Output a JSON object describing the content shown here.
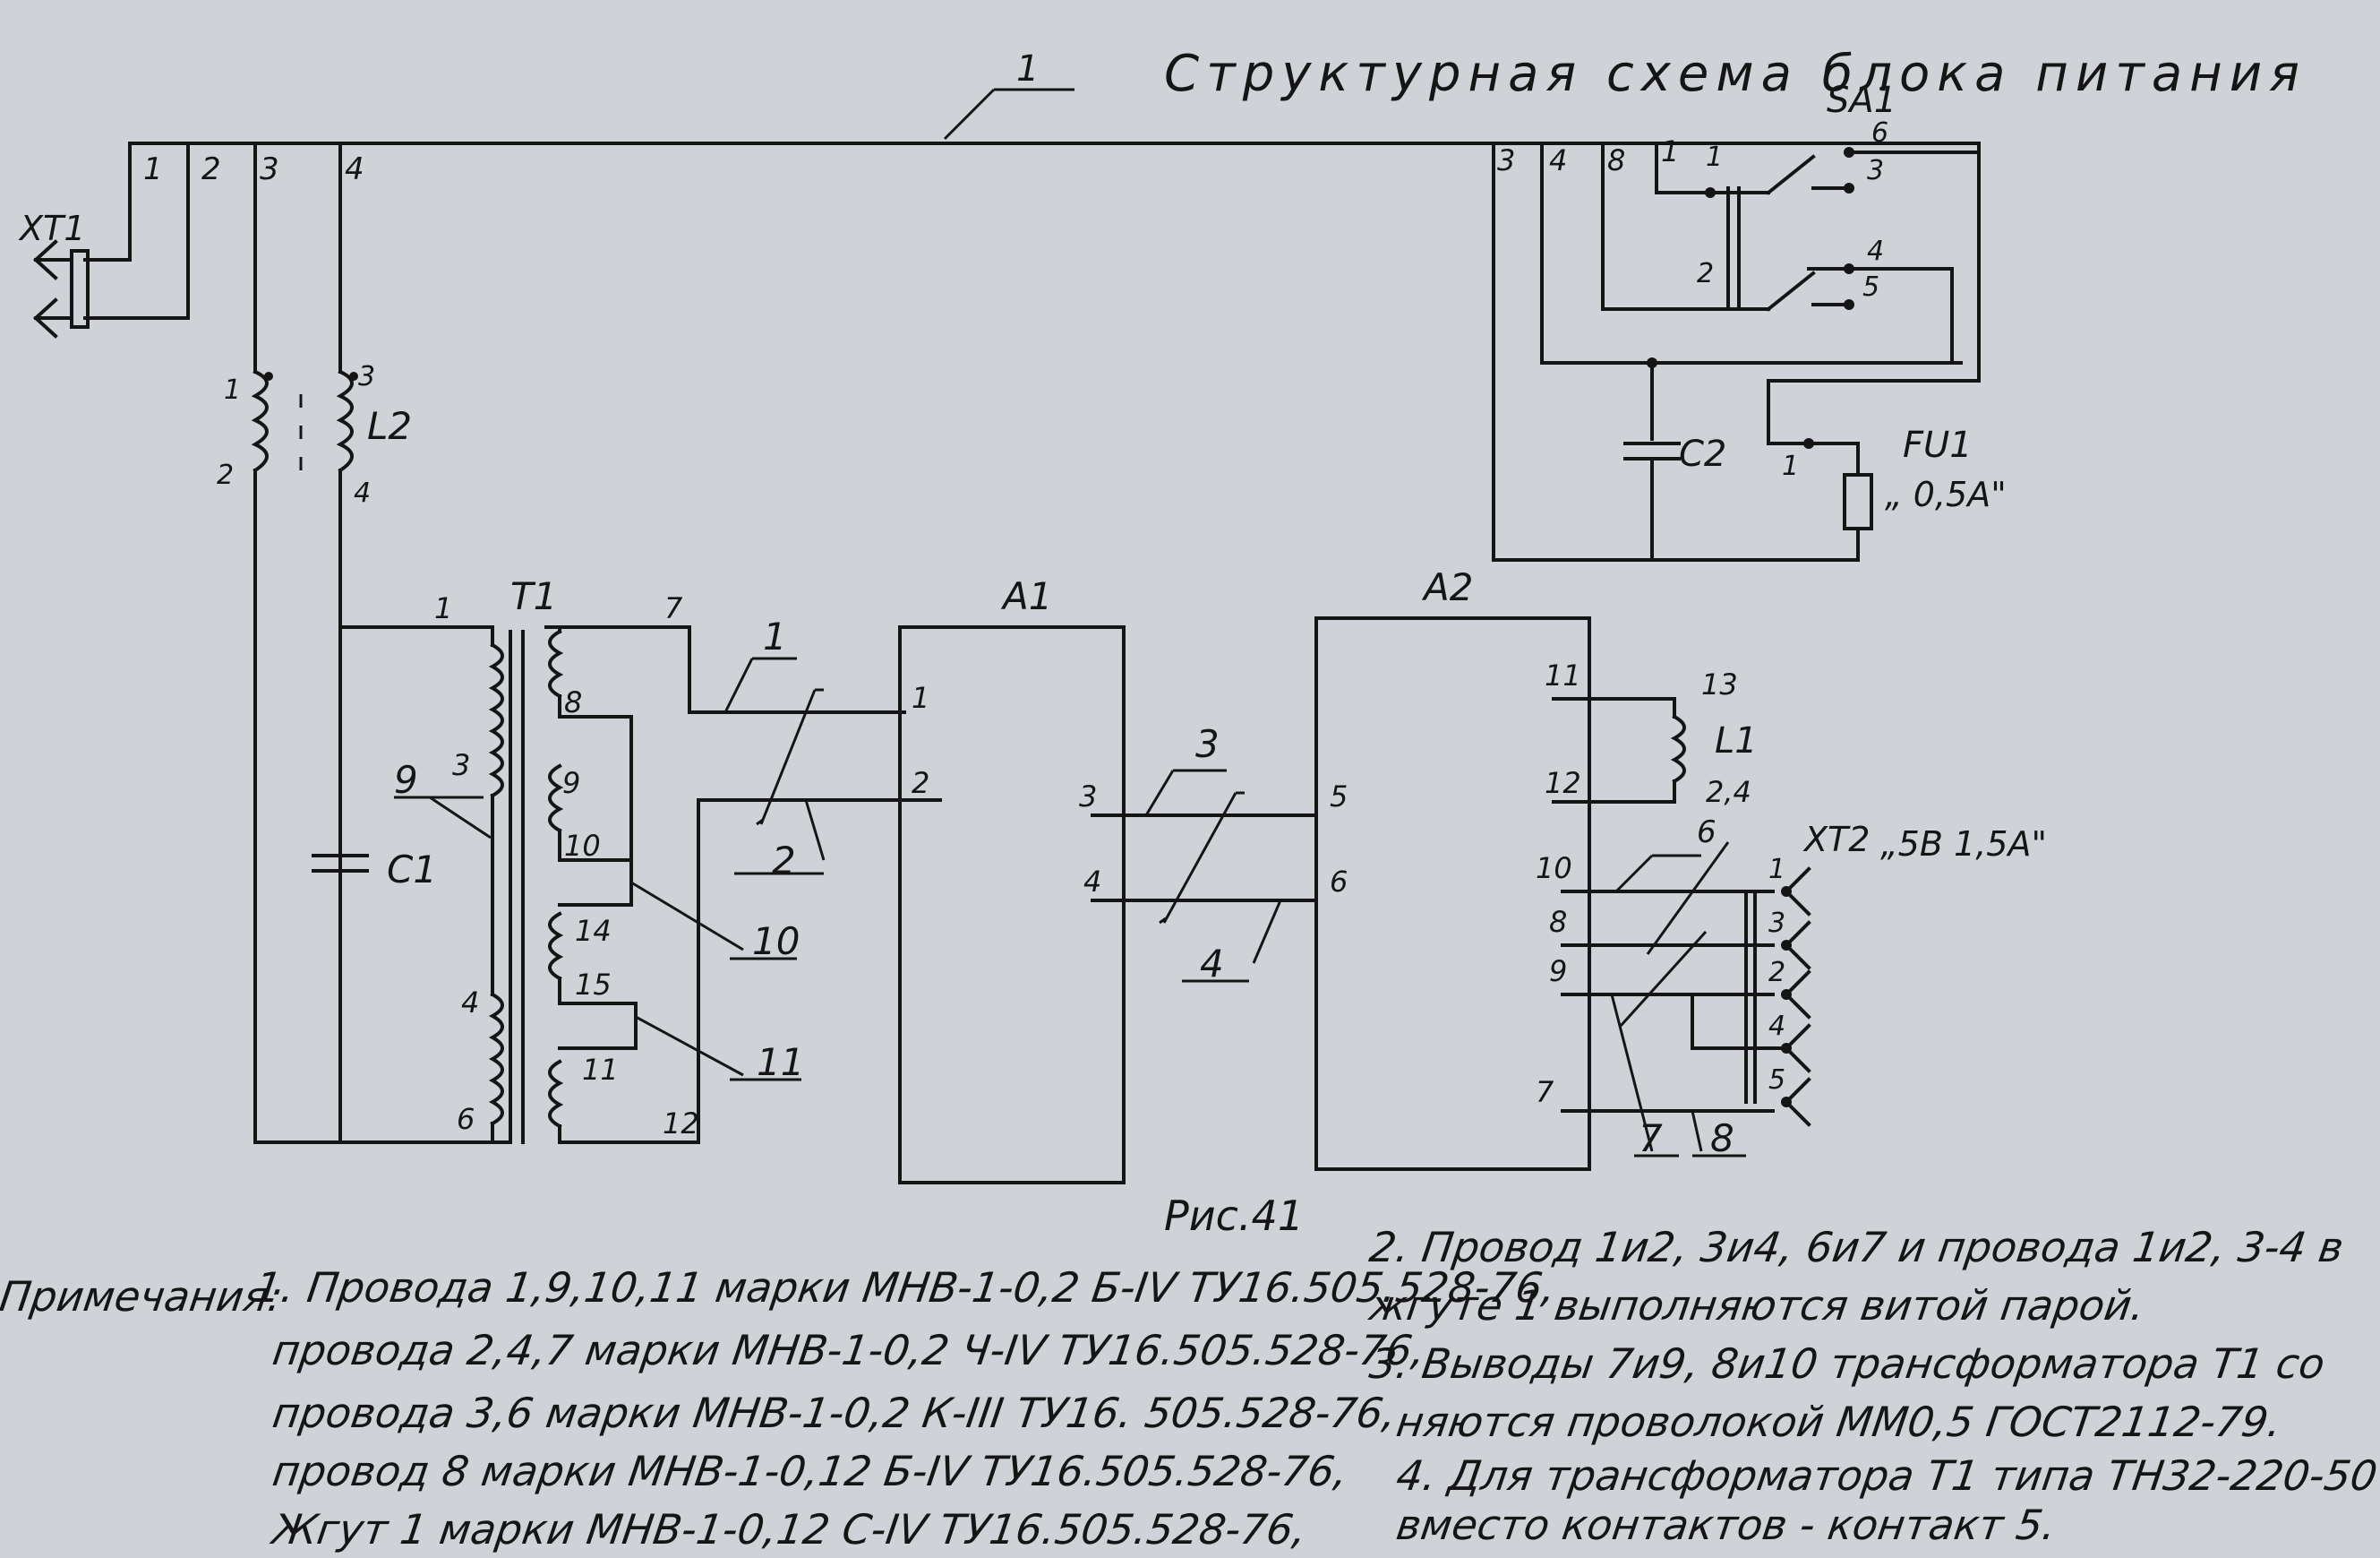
{
  "title": "Структурная схема блока питания",
  "figure_label": "Рис.41",
  "components": {
    "xt1": "XT1",
    "l2": "L2",
    "c1": "C1",
    "t1": "T1",
    "a1": "A1",
    "a2": "A2",
    "sa1": "SA1",
    "c2": "C2",
    "fu1": "FU1",
    "fu1_rating": "„ 0,5A\"",
    "l1": "L1",
    "xt2": "XT2",
    "xt2_rating": "„5B 1,5A\""
  },
  "pin_labels": {
    "xt1_top": [
      "1",
      "2",
      "3",
      "4"
    ],
    "l_left": [
      "1",
      "2"
    ],
    "l_right": [
      "3",
      "4"
    ],
    "t1_primary": [
      "1",
      "3",
      "4",
      "6"
    ],
    "t1_secondary": [
      "7",
      "8",
      "9",
      "10",
      "14",
      "15",
      "11",
      "12"
    ],
    "a1_pins": [
      "1",
      "2",
      "3",
      "4"
    ],
    "a2_left": [
      "5",
      "6"
    ],
    "a2_right": [
      "11",
      "12",
      "10",
      "8",
      "9",
      "7"
    ],
    "l1_pins": [
      "13",
      "2,4"
    ],
    "top_right": [
      "3",
      "4",
      "8",
      "1"
    ],
    "sa1_pins": [
      "1",
      "2",
      "6",
      "3",
      "4",
      "5"
    ],
    "fu1_pin": "1",
    "xt2_pins": [
      "1",
      "3",
      "2",
      "4",
      "5"
    ]
  },
  "wire_labels": [
    "1",
    "9",
    "1",
    "2",
    "10",
    "11",
    "3",
    "4",
    "6",
    "7",
    "8"
  ],
  "notes": {
    "heading": "Примечания:",
    "left": [
      "1. Провода 1,9,10,11 марки МНВ-1-0,2  Б-IV  ТУ16.505.528-76,",
      "провода 2,4,7 марки  МНВ-1-0,2   Ч-IV  ТУ16.505.528-76,",
      "провода 3,6 марки  МНВ-1-0,2  К-III ТУ16. 505.528-76,",
      "провод 8  марки  МНВ-1-0,12  Б-IV  ТУ16.505.528-76,",
      "Жгут 1  марки  МНВ-1-0,12       С-IV  ТУ16.505.528-76,"
    ],
    "right": [
      "2. Провод 1и2, 3и4, 6и7  и  провода 1и2, 3-4 в",
      "жгуте 1 выполняются витой парой.",
      "3. Выводы 7и9, 8и10 трансформатора T1 со",
      "няются проволокой ММ0,5  ГОСТ2112-79.",
      "4. Для трансформатора T1 типа ТН32-220-50",
      "вместо  контактов - контакт 5."
    ]
  }
}
